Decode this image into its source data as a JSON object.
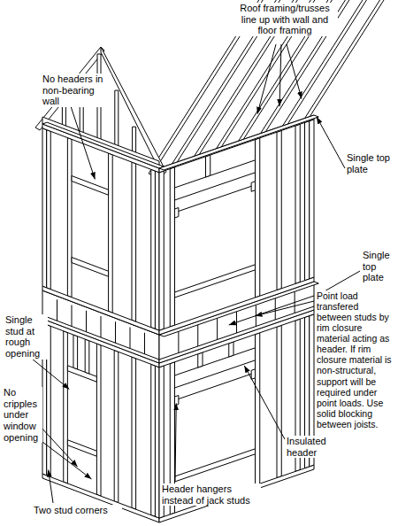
{
  "diagram": {
    "labels": [
      "Roof framing/trusses line up with wall and floor framing",
      "No headers in non-bearing wall",
      "Single top plate",
      "Single top plate",
      "Point load transfered between studs by rim closure material acting as header. If rim closure material is non-structural, support will be required under point loads. Use solid blocking between joists.",
      "Single stud at rough opening",
      "No cripples under window opening",
      "Insulated header",
      "Header hangers instead of jack studs",
      "Two stud corners"
    ]
  }
}
